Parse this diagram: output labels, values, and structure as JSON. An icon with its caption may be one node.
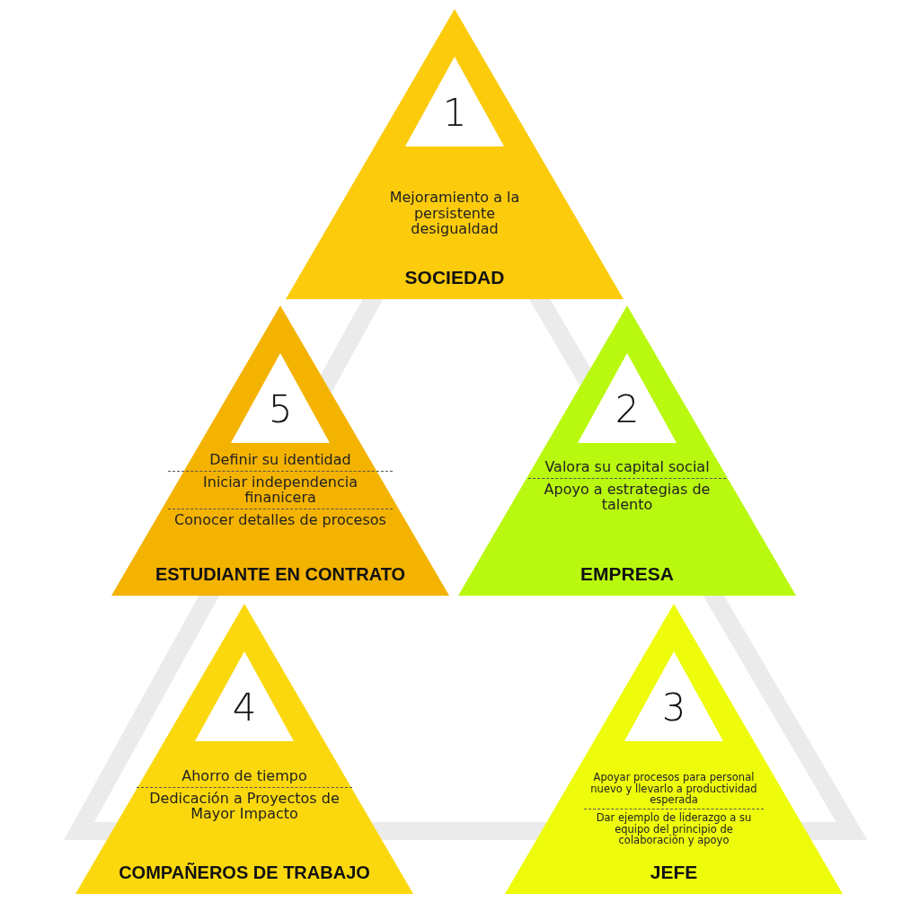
{
  "diagram": {
    "nodes": [
      {
        "text": [
          "Mejoramiento a la persistente desigualdad",
          "SOCIEDAD"
        ]
      },
      {
        "text": [
          "1"
        ],
        "in": 0
      },
      {
        "text": [
          "Definir su identidad",
          "Iniciar independencia finanicera",
          "Conocer detalles de procesos",
          "ESTUDIANTE EN CONTRATO"
        ]
      },
      {
        "text": [
          "5"
        ],
        "in": 2
      },
      {
        "text": [
          "Valora su capital social",
          "Apoyo a estrategias de talento",
          "EMPRESA"
        ]
      },
      {
        "text": [
          "2"
        ],
        "in": 4
      },
      {
        "text": [
          "Ahorro de tiempo",
          "Dedicación a Proyectos de Mayor Impacto",
          "COMPAÑEROS DE TRABAJO"
        ]
      },
      {
        "text": [
          "4"
        ],
        "in": 6
      },
      {
        "text": [
          "Apoyar procesos para personal nuevo y llevarlo a productividad esperada",
          "Dar ejemplo de liderazgo a su equipo del principio de colaboración y apoyo",
          "JEFE"
        ]
      },
      {
        "text": [
          "3"
        ],
        "in": 8
      }
    ]
  }
}
